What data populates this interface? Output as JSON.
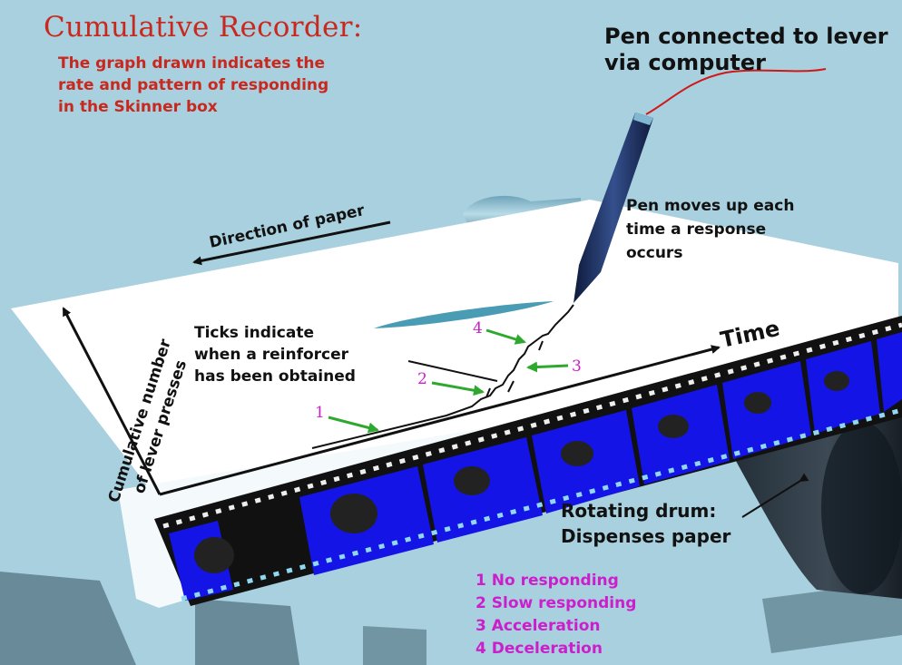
{
  "title": "Cumulative Recorder:",
  "subtitle": [
    "The graph drawn indicates the",
    "rate and pattern of responding",
    "in the Skinner box"
  ],
  "pen_label": [
    "Pen connected to lever",
    "via computer"
  ],
  "pen_moves_label": [
    "Pen moves up each",
    "time a response",
    "occurs"
  ],
  "ticks_label": [
    "Ticks indicate",
    "when a reinforcer",
    "has been obtained"
  ],
  "direction_label": "Direction of paper",
  "time_label": "Time",
  "y_axis_label": [
    "Cumulative number",
    "of lever presses"
  ],
  "drum_label": [
    "Rotating drum:",
    "Dispenses paper"
  ],
  "markers": [
    "1",
    "2",
    "3",
    "4"
  ],
  "legend": [
    "1 No responding",
    "2 Slow responding",
    "3 Acceleration",
    "4 Deceleration"
  ],
  "colors": {
    "background": "#a9d0de",
    "title": "#c8281e",
    "legend": "#cc1fcc",
    "arrow": "#2ea82e",
    "film_frame": "#1414e6",
    "pen": "#1b2b57"
  }
}
